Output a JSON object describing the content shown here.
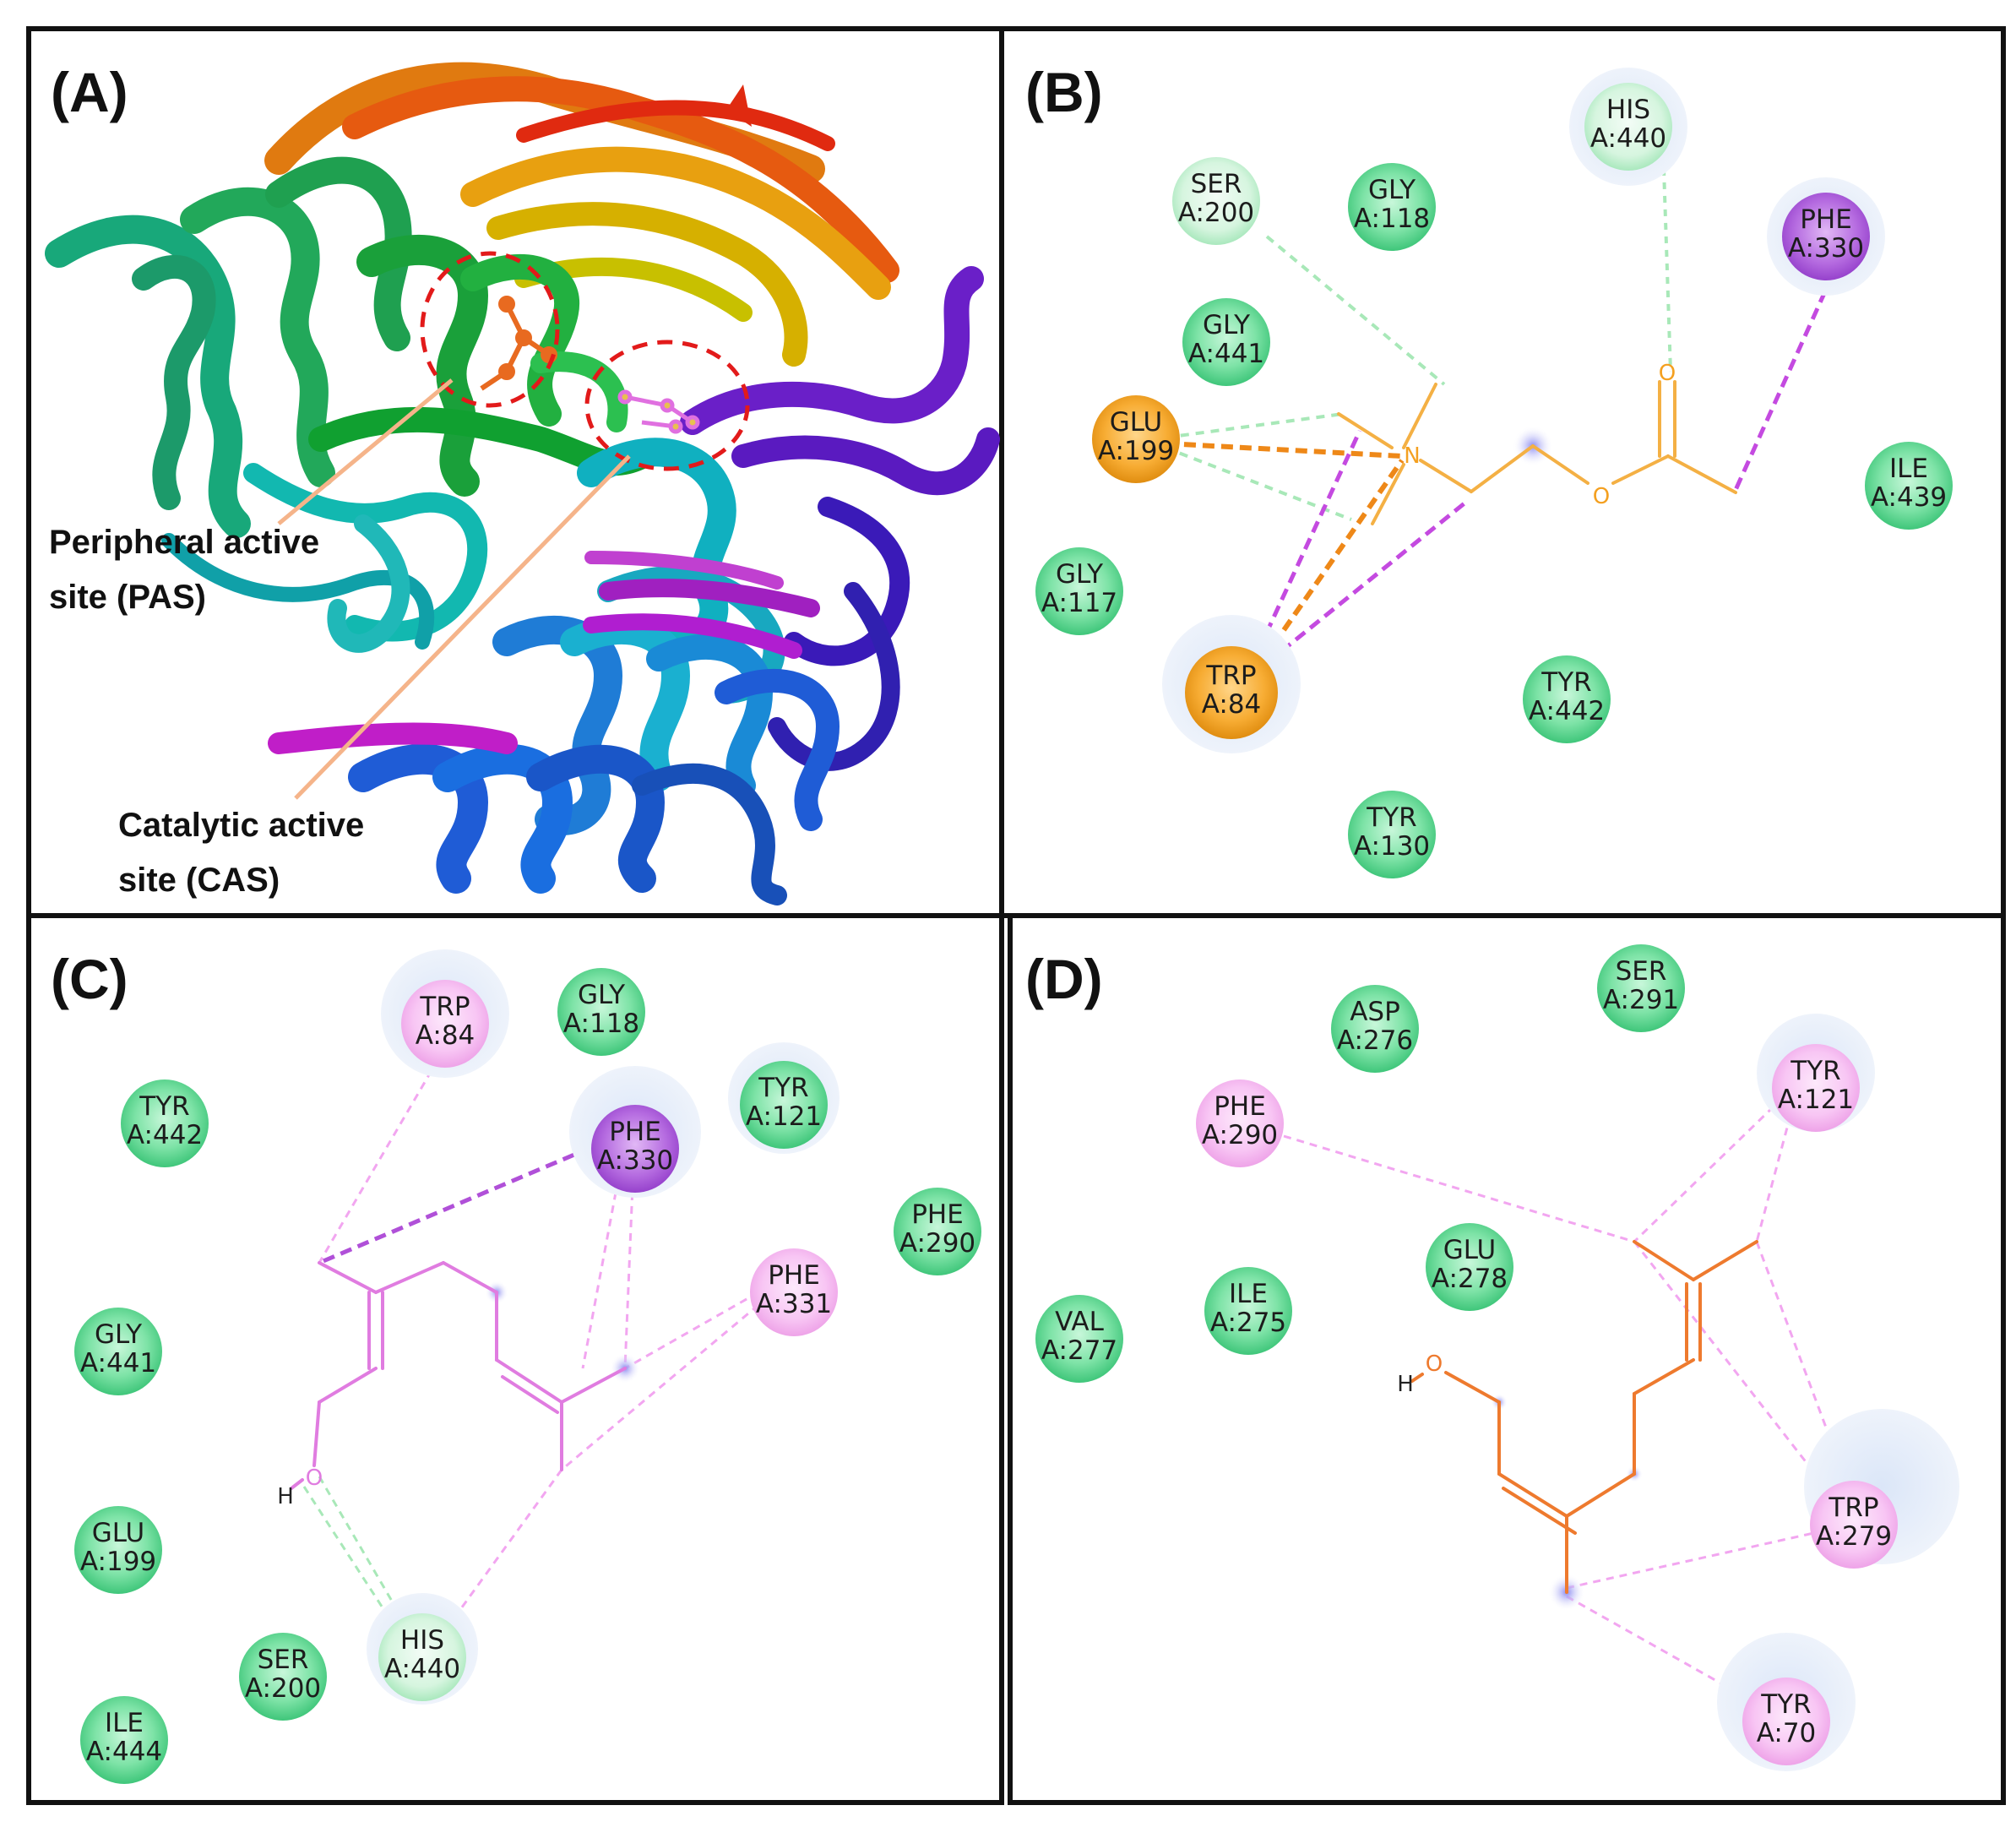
{
  "panels": {
    "A": {
      "label": "(A)",
      "pas_line1": "Peripheral active",
      "pas_line2": "site (PAS)",
      "cas_line1": "Catalytic active",
      "cas_line2": "site (CAS)"
    },
    "B": {
      "label": "(B)",
      "residues": [
        {
          "name": "SER",
          "num": "A:200",
          "type": "hbond-light"
        },
        {
          "name": "GLY",
          "num": "A:118",
          "type": "vdw"
        },
        {
          "name": "HIS",
          "num": "A:440",
          "type": "hbond-light"
        },
        {
          "name": "PHE",
          "num": "A:330",
          "type": "pi-sigma"
        },
        {
          "name": "GLY",
          "num": "A:441",
          "type": "vdw"
        },
        {
          "name": "GLU",
          "num": "A:199",
          "type": "charge"
        },
        {
          "name": "ILE",
          "num": "A:439",
          "type": "vdw"
        },
        {
          "name": "GLY",
          "num": "A:117",
          "type": "vdw"
        },
        {
          "name": "TRP",
          "num": "A:84",
          "type": "charge"
        },
        {
          "name": "TYR",
          "num": "A:442",
          "type": "vdw"
        },
        {
          "name": "TYR",
          "num": "A:130",
          "type": "vdw"
        }
      ],
      "atoms": {
        "n": "N",
        "o1": "O",
        "o2": "O"
      }
    },
    "C": {
      "label": "(C)",
      "residues": [
        {
          "name": "TRP",
          "num": "A:84",
          "type": "pi-alkyl"
        },
        {
          "name": "GLY",
          "num": "A:118",
          "type": "vdw"
        },
        {
          "name": "TYR",
          "num": "A:442",
          "type": "vdw"
        },
        {
          "name": "TYR",
          "num": "A:121",
          "type": "vdw"
        },
        {
          "name": "PHE",
          "num": "A:330",
          "type": "pi-sigma"
        },
        {
          "name": "PHE",
          "num": "A:290",
          "type": "vdw"
        },
        {
          "name": "PHE",
          "num": "A:331",
          "type": "pi-alkyl"
        },
        {
          "name": "GLY",
          "num": "A:441",
          "type": "vdw"
        },
        {
          "name": "GLU",
          "num": "A:199",
          "type": "vdw"
        },
        {
          "name": "HIS",
          "num": "A:440",
          "type": "hbond-light"
        },
        {
          "name": "SER",
          "num": "A:200",
          "type": "vdw"
        },
        {
          "name": "ILE",
          "num": "A:444",
          "type": "vdw"
        }
      ],
      "atoms": {
        "o": "O",
        "h": "H"
      }
    },
    "D": {
      "label": "(D)",
      "residues": [
        {
          "name": "SER",
          "num": "A:291",
          "type": "vdw"
        },
        {
          "name": "ASP",
          "num": "A:276",
          "type": "vdw"
        },
        {
          "name": "PHE",
          "num": "A:290",
          "type": "pi-alkyl"
        },
        {
          "name": "TYR",
          "num": "A:121",
          "type": "pi-alkyl"
        },
        {
          "name": "GLU",
          "num": "A:278",
          "type": "vdw"
        },
        {
          "name": "ILE",
          "num": "A:275",
          "type": "vdw"
        },
        {
          "name": "VAL",
          "num": "A:277",
          "type": "vdw"
        },
        {
          "name": "TRP",
          "num": "A:279",
          "type": "pi-alkyl"
        },
        {
          "name": "TYR",
          "num": "A:70",
          "type": "pi-alkyl"
        }
      ],
      "atoms": {
        "o": "O",
        "h": "H"
      }
    }
  },
  "colors": {
    "vdw": "#4fd48a",
    "hbond_light": "#c6f0d2",
    "charge": "#f5a623",
    "pi_sigma": "#a64fd6",
    "pi_alkyl": "#f4b3f0",
    "ligand_b": "#f4b044",
    "ligand_c": "#e07ce0",
    "ligand_d": "#ee7a2e",
    "helix_green": "#18a860",
    "helix_teal": "#12b8b0",
    "helix_blue": "#1f5cd6",
    "sheet_orange": "#e07a10",
    "sheet_yellow": "#d6b000",
    "purple": "#6a1fc8",
    "magenta": "#c01ec8",
    "site_circle": "#e21a1a",
    "pointer": "#f5b48a"
  }
}
